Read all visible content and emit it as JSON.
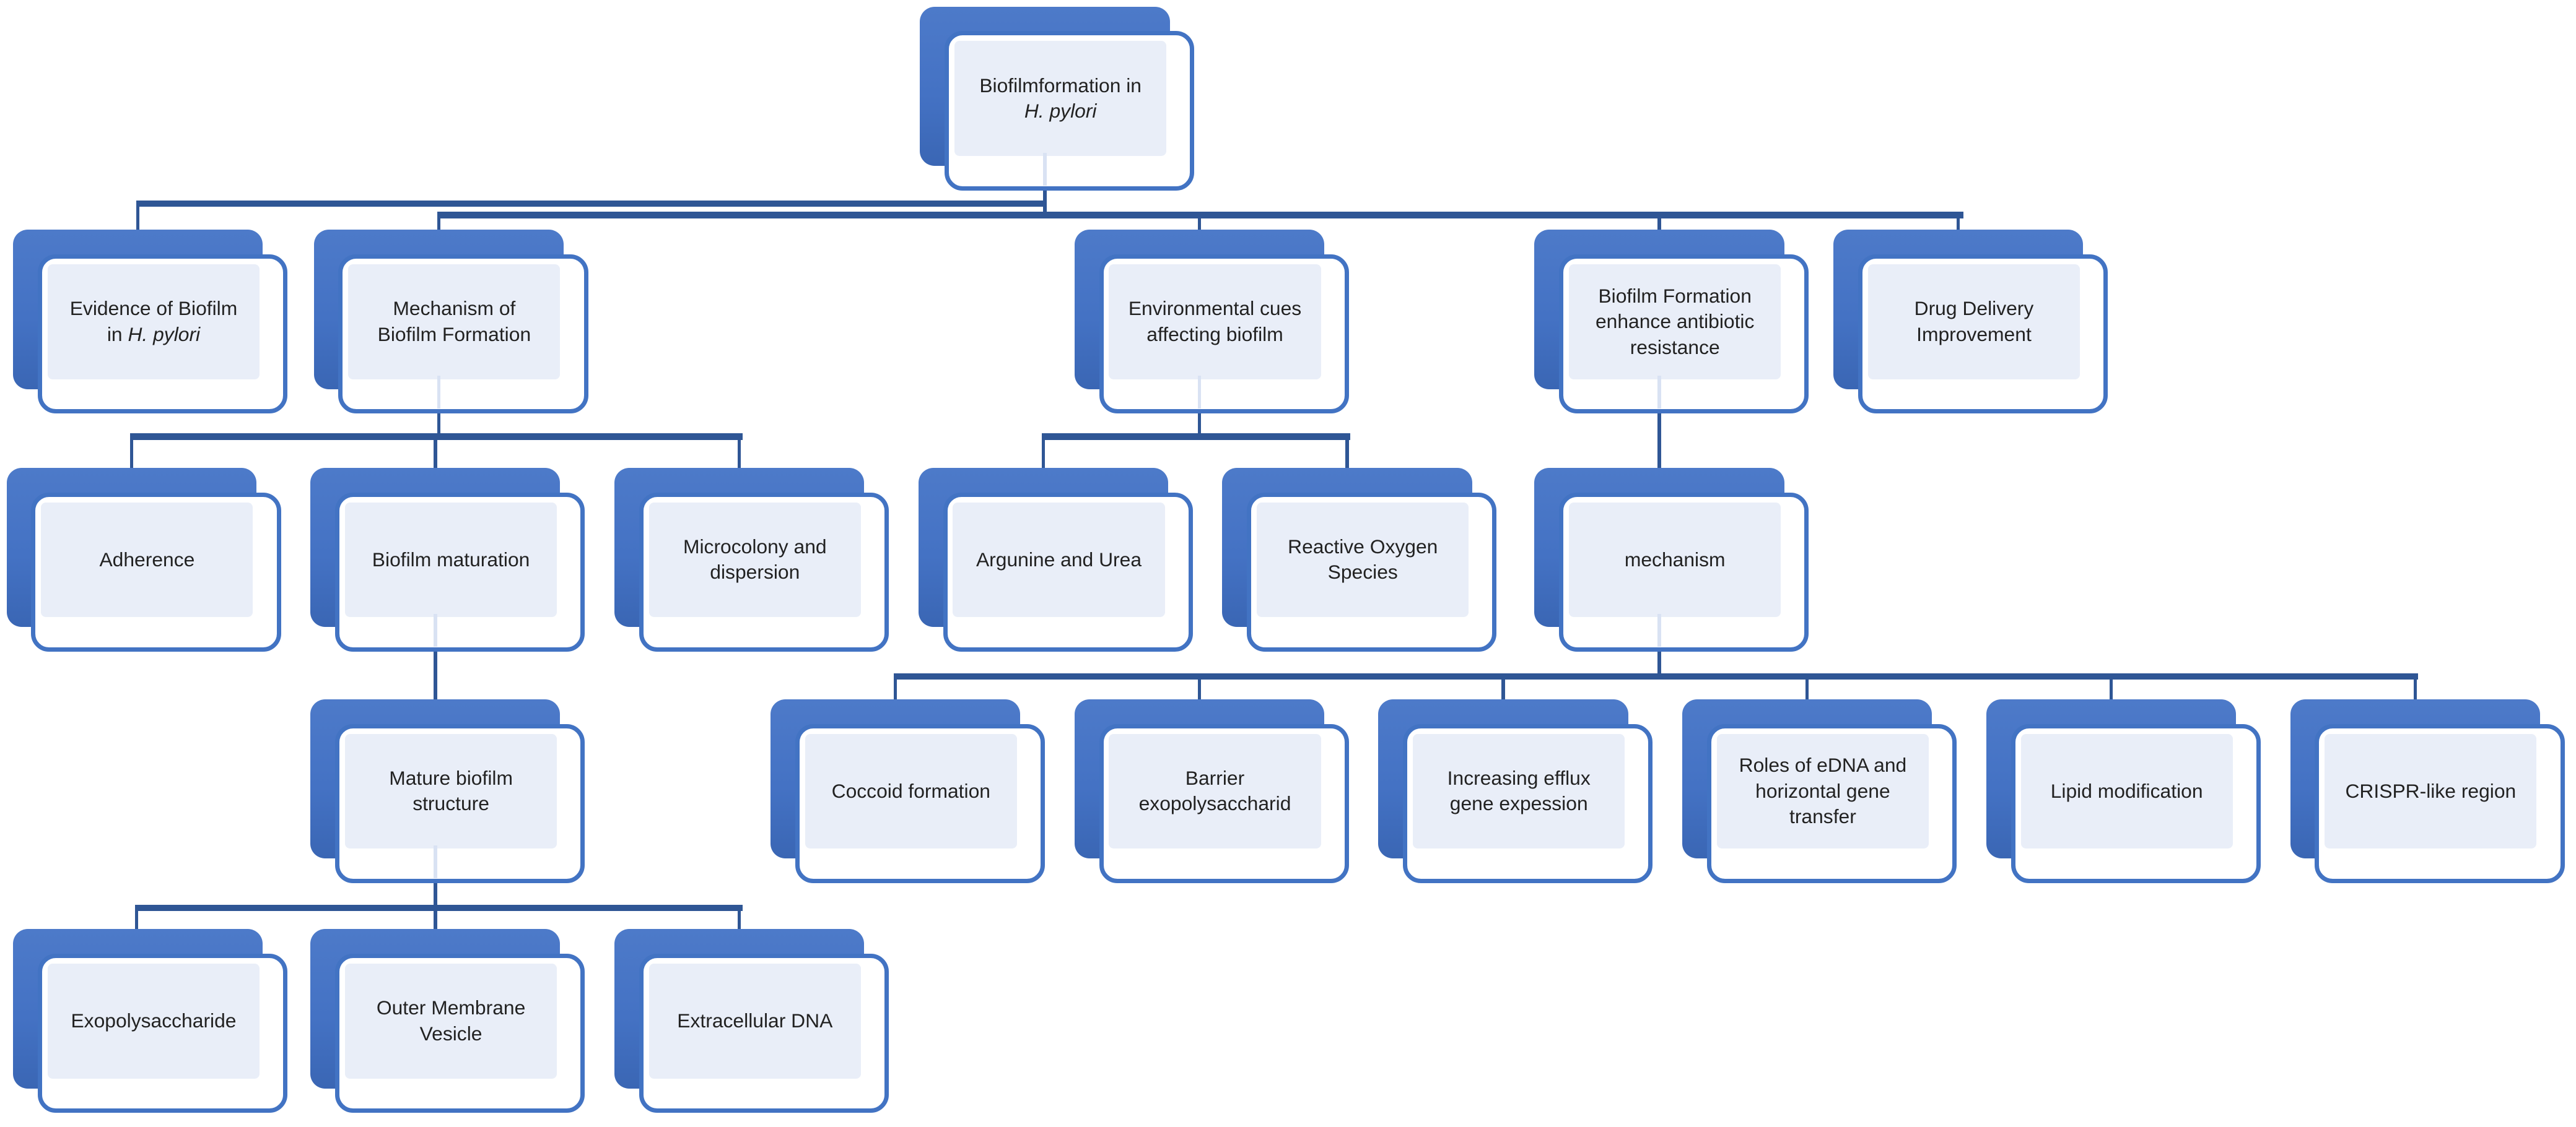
{
  "diagram": {
    "type": "hierarchy-org-chart",
    "colors": {
      "shape_fill": "#4472C4",
      "shape_border": "#4273C3",
      "panel_fill": "#E9EEF8",
      "connector": "#2F5695",
      "text": "#222222",
      "background": "#FFFFFF"
    },
    "nodes": {
      "root": {
        "label": "Biofilmformation in",
        "italic": "H. pylori",
        "children": [
          "evidence",
          "mechanism_of_formation",
          "environmental_cues",
          "antibiotic_resistance",
          "drug_delivery"
        ]
      },
      "evidence": {
        "line1": "Evidence of Biofilm",
        "line2_prefix": "in ",
        "italic": "H. pylori",
        "children": []
      },
      "mechanism_of_formation": {
        "lines": [
          "Mechanism of",
          "Biofilm Formation"
        ],
        "children": [
          "adherence",
          "biofilm_maturation",
          "microcolony"
        ]
      },
      "environmental_cues": {
        "lines": [
          "Environmental cues",
          "affecting biofilm"
        ],
        "children": [
          "argunine_urea",
          "reactive_oxygen"
        ]
      },
      "antibiotic_resistance": {
        "lines": [
          "Biofilm Formation",
          "enhance antibiotic",
          "resistance"
        ],
        "children": [
          "mechanism"
        ]
      },
      "drug_delivery": {
        "lines": [
          "Drug Delivery",
          "Improvement"
        ],
        "children": []
      },
      "adherence": {
        "lines": [
          "Adherence"
        ],
        "children": []
      },
      "biofilm_maturation": {
        "lines": [
          "Biofilm maturation"
        ],
        "children": [
          "mature_structure"
        ]
      },
      "microcolony": {
        "lines": [
          "Microcolony and",
          "dispersion"
        ],
        "children": []
      },
      "argunine_urea": {
        "lines": [
          "Argunine and Urea"
        ],
        "children": []
      },
      "reactive_oxygen": {
        "lines": [
          "Reactive Oxygen",
          "Species"
        ],
        "children": []
      },
      "mechanism": {
        "lines": [
          "mechanism"
        ],
        "children": [
          "coccoid",
          "barrier_eps",
          "efflux",
          "edna_hgt",
          "lipid_mod",
          "crispr"
        ]
      },
      "mature_structure": {
        "lines": [
          "Mature biofilm",
          "structure"
        ],
        "children": [
          "exopolysaccharide",
          "omv",
          "extracellular_dna"
        ]
      },
      "coccoid": {
        "lines": [
          "Coccoid formation"
        ],
        "children": []
      },
      "barrier_eps": {
        "lines": [
          "Barrier",
          "exopolysaccharid"
        ],
        "children": []
      },
      "efflux": {
        "lines": [
          "Increasing efflux",
          "gene expession"
        ],
        "children": []
      },
      "edna_hgt": {
        "lines": [
          "Roles of eDNA and",
          "horizontal gene",
          "transfer"
        ],
        "children": []
      },
      "lipid_mod": {
        "lines": [
          "Lipid modification"
        ],
        "children": []
      },
      "crispr": {
        "lines": [
          "CRISPR-like region"
        ],
        "children": []
      },
      "exopolysaccharide": {
        "lines": [
          "Exopolysaccharide"
        ],
        "children": []
      },
      "omv": {
        "lines": [
          "Outer Membrane",
          "Vesicle"
        ],
        "children": []
      },
      "extracellular_dna": {
        "lines": [
          "Extracellular DNA"
        ],
        "children": []
      }
    }
  }
}
